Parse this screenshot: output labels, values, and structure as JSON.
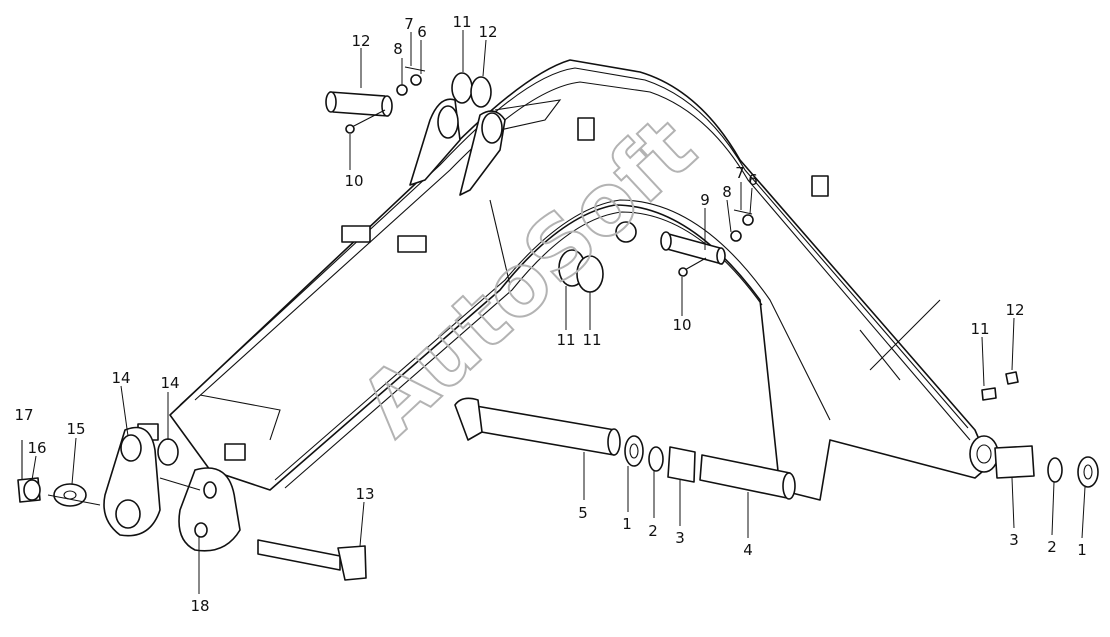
{
  "watermark": "AutoSoft",
  "colors": {
    "line": "#111111",
    "background": "#ffffff",
    "watermark": "#b3b3b3"
  },
  "callouts": [
    {
      "id": "c-12a",
      "text": "12"
    },
    {
      "id": "c-8a",
      "text": "8"
    },
    {
      "id": "c-7a",
      "text": "7"
    },
    {
      "id": "c-6a",
      "text": "6"
    },
    {
      "id": "c-11a",
      "text": "11"
    },
    {
      "id": "c-12b",
      "text": "12"
    },
    {
      "id": "c-10a",
      "text": "10"
    },
    {
      "id": "c-9",
      "text": "9"
    },
    {
      "id": "c-8b",
      "text": "8"
    },
    {
      "id": "c-7b",
      "text": "7"
    },
    {
      "id": "c-6b",
      "text": "6"
    },
    {
      "id": "c-10b",
      "text": "10"
    },
    {
      "id": "c-11b",
      "text": "11"
    },
    {
      "id": "c-11c",
      "text": "11"
    },
    {
      "id": "c-11d",
      "text": "11"
    },
    {
      "id": "c-12c",
      "text": "12"
    },
    {
      "id": "c-14a",
      "text": "14"
    },
    {
      "id": "c-14b",
      "text": "14"
    },
    {
      "id": "c-17",
      "text": "17"
    },
    {
      "id": "c-16",
      "text": "16"
    },
    {
      "id": "c-15",
      "text": "15"
    },
    {
      "id": "c-13",
      "text": "13"
    },
    {
      "id": "c-18",
      "text": "18"
    },
    {
      "id": "c-5",
      "text": "5"
    },
    {
      "id": "c-1a",
      "text": "1"
    },
    {
      "id": "c-2a",
      "text": "2"
    },
    {
      "id": "c-3a",
      "text": "3"
    },
    {
      "id": "c-4",
      "text": "4"
    },
    {
      "id": "c-3b",
      "text": "3"
    },
    {
      "id": "c-2b",
      "text": "2"
    },
    {
      "id": "c-1b",
      "text": "1"
    }
  ]
}
